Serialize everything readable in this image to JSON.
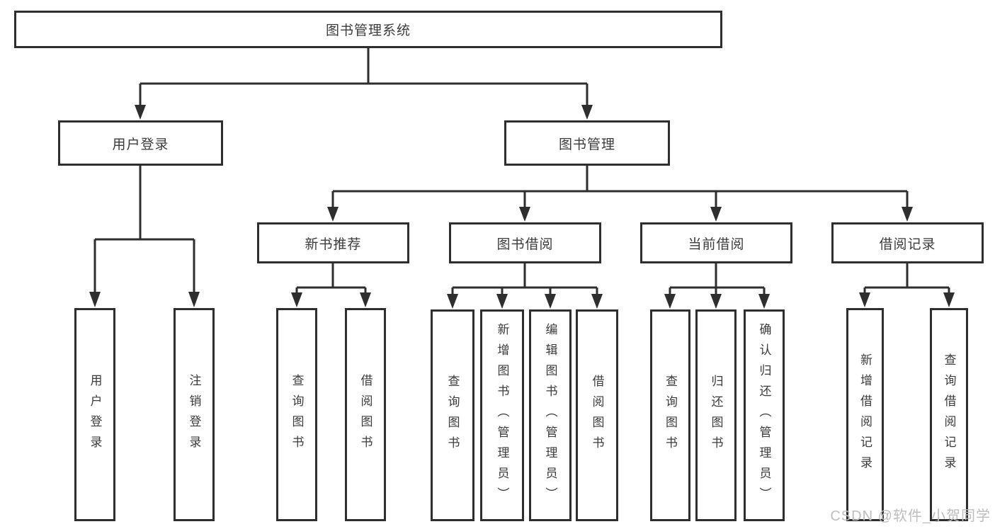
{
  "diagram": {
    "type": "hierarchy-tree",
    "watermark": "CSDN @软件_小贺同学",
    "colors": {
      "line": "#2e2e2e",
      "box_border": "#2e2e2e",
      "box_fill": "#ffffff",
      "text": "#3b3b3b",
      "watermark": "#bdbdbd",
      "background": "#ffffff"
    },
    "tree": {
      "label": "图书管理系统",
      "children": [
        {
          "label": "用户登录",
          "children": [
            {
              "label": "用户登录"
            },
            {
              "label": "注销登录"
            }
          ]
        },
        {
          "label": "图书管理",
          "children": [
            {
              "label": "新书推荐",
              "children": [
                {
                  "label": "查询图书"
                },
                {
                  "label": "借阅图书"
                }
              ]
            },
            {
              "label": "图书借阅",
              "children": [
                {
                  "label": "查询图书"
                },
                {
                  "label": "新增图书（管理员）"
                },
                {
                  "label": "编辑图书（管理员）"
                },
                {
                  "label": "借阅图书"
                }
              ]
            },
            {
              "label": "当前借阅",
              "children": [
                {
                  "label": "查询图书"
                },
                {
                  "label": "归还图书"
                },
                {
                  "label": "确认归还（管理员）"
                }
              ]
            },
            {
              "label": "借阅记录",
              "children": [
                {
                  "label": "新增借阅记录"
                },
                {
                  "label": "查询借阅记录"
                }
              ]
            }
          ]
        }
      ]
    }
  }
}
